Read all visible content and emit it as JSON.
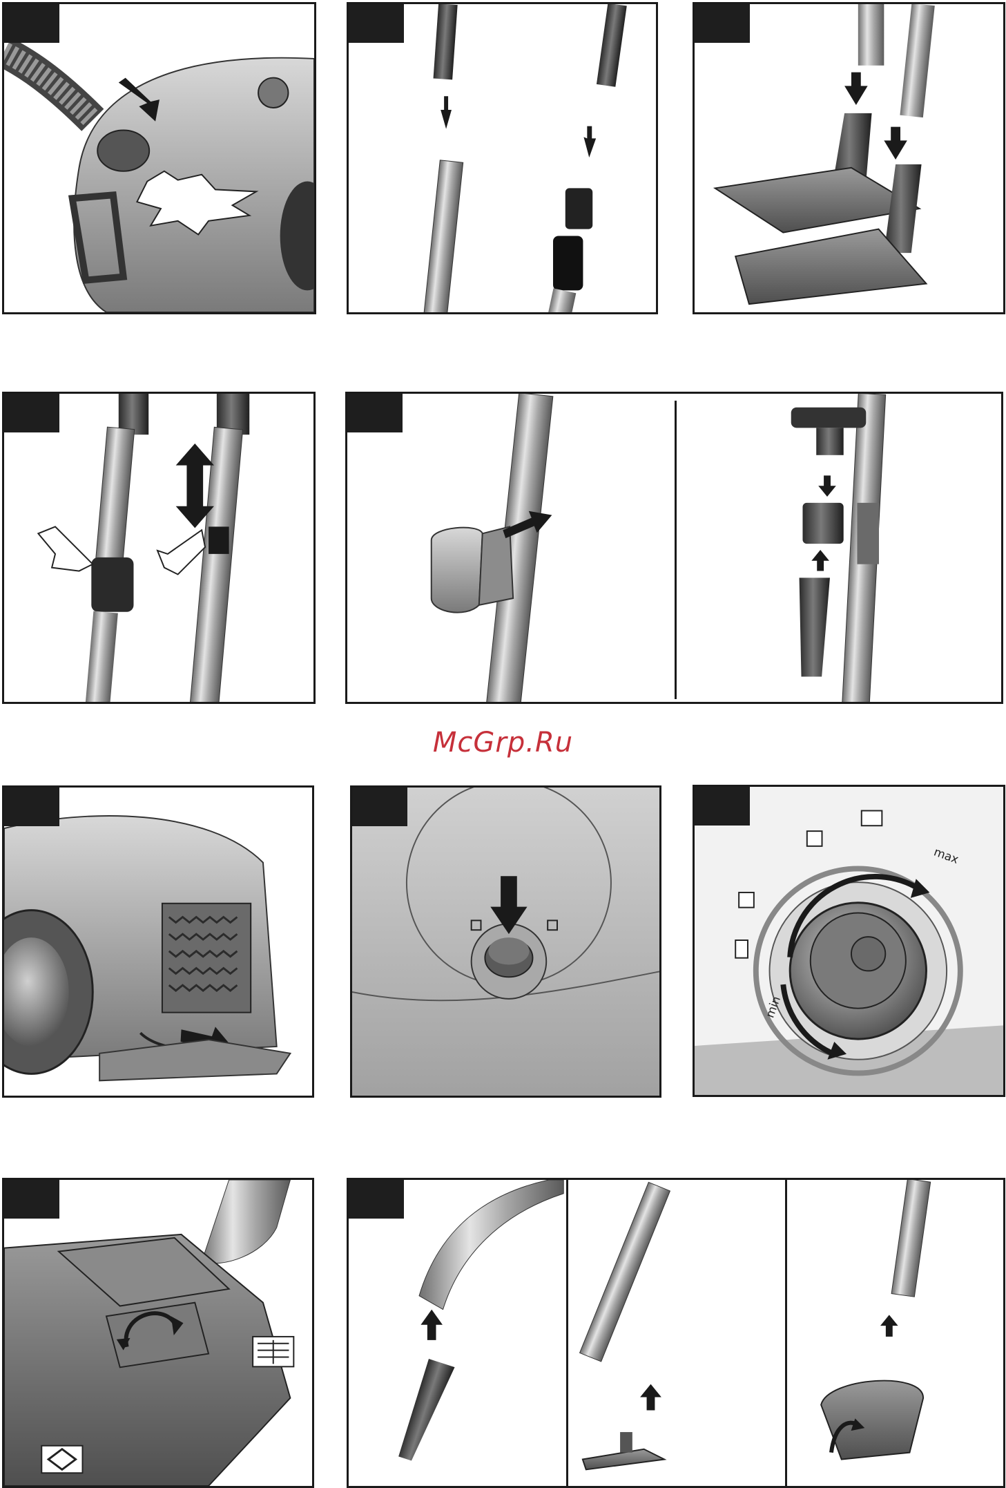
{
  "watermark": "McGrp.Ru",
  "dial": {
    "max_label": "max",
    "min_label": "min"
  },
  "colors": {
    "frame": "#1a1a1a",
    "tab": "#1e1e1e",
    "watermark": "#c6303a"
  },
  "panels": [
    {
      "id": "1",
      "icon": "hose-connection-illustration"
    },
    {
      "id": "2",
      "icon": "tube-assembly-illustration"
    },
    {
      "id": "3",
      "icon": "floor-nozzle-attach-illustration"
    },
    {
      "id": "4",
      "icon": "telescopic-tube-adjust-illustration"
    },
    {
      "id": "5",
      "icon": "accessory-clip-illustration"
    },
    {
      "id": "6",
      "icon": "cord-pull-illustration"
    },
    {
      "id": "7",
      "icon": "power-button-illustration"
    },
    {
      "id": "8",
      "icon": "power-dial-illustration"
    },
    {
      "id": "9",
      "icon": "nozzle-switch-illustration"
    },
    {
      "id": "10",
      "icon": "accessories-attach-illustration"
    }
  ]
}
